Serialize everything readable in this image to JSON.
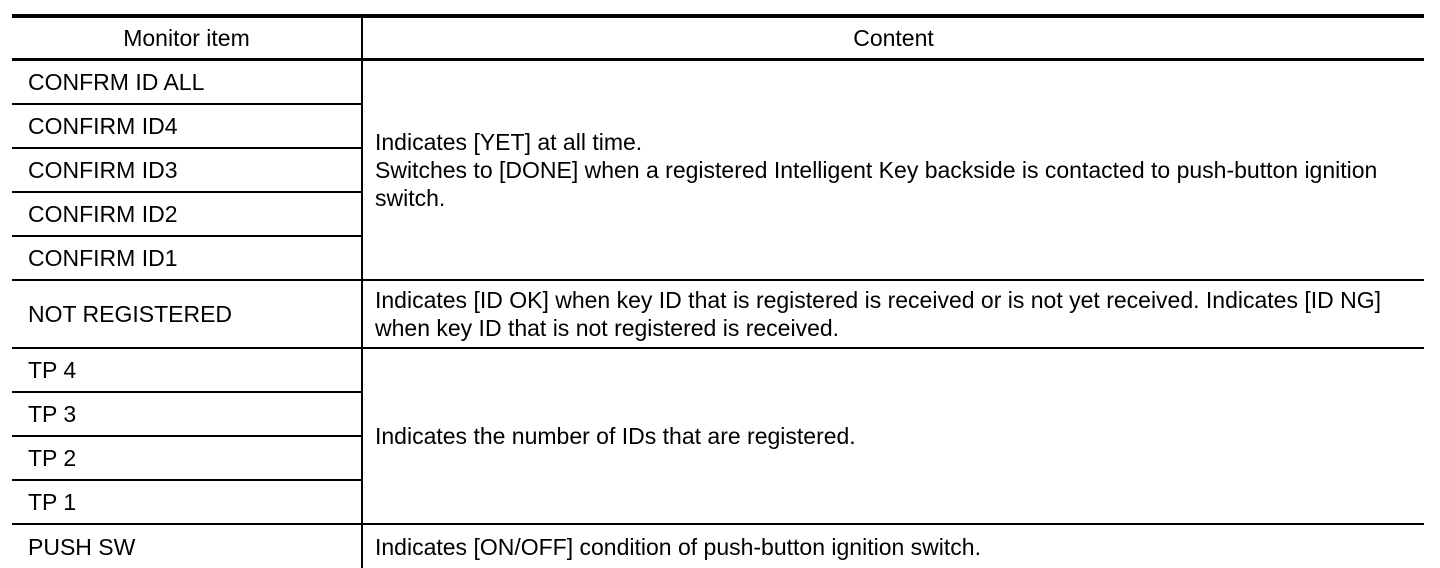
{
  "colors": {
    "text": "#000000",
    "border": "#000000",
    "background": "#ffffff"
  },
  "table": {
    "columns": [
      "Monitor item",
      "Content"
    ],
    "groups": [
      {
        "items": [
          "CONFRM ID ALL",
          "CONFIRM ID4",
          "CONFIRM ID3",
          "CONFIRM ID2",
          "CONFIRM ID1"
        ],
        "content": "Indicates [YET] at all time.\nSwitches to [DONE] when a registered Intelligent Key backside is contacted to push-button ignition switch."
      },
      {
        "items": [
          "NOT REGISTERED"
        ],
        "content": "Indicates [ID OK] when key ID that is registered is received or is not yet received. Indicates [ID NG] when key ID that is not registered is received."
      },
      {
        "items": [
          "TP 4",
          "TP 3",
          "TP 2",
          "TP 1"
        ],
        "content": "Indicates the number of IDs that are registered."
      },
      {
        "items": [
          "PUSH SW"
        ],
        "content": "Indicates [ON/OFF] condition of push-button ignition switch."
      }
    ]
  }
}
